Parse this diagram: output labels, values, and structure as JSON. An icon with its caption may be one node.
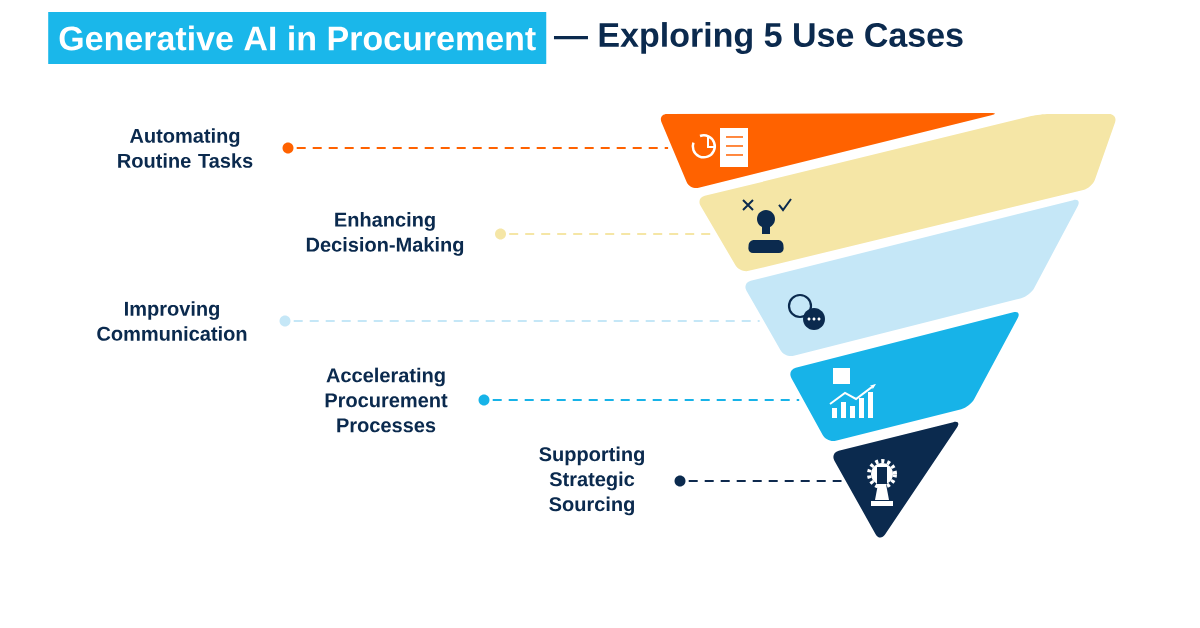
{
  "diagram": {
    "title": "Generative AI in Procurement",
    "nodes": [
      {
        "text": [],
        "shape": "circle",
        "beside": [
          "Automating Routine Tasks"
        ]
      },
      {
        "text": [],
        "shape": "circle",
        "beside": [
          "Enhancing Decision-Making"
        ]
      },
      {
        "text": [],
        "shape": "circle",
        "beside": [
          "Improving Communication"
        ]
      },
      {
        "text": [],
        "shape": "circle",
        "beside": [
          "Accelerating Procurement Processes"
        ]
      },
      {
        "text": [],
        "shape": "circle",
        "beside": [
          "Supporting Strategic Sourcing"
        ]
      },
      {
        "text": [],
        "shape": "band"
      },
      {
        "text": [],
        "shape": "band"
      },
      {
        "text": [],
        "shape": "band"
      },
      {
        "text": [],
        "shape": "band"
      },
      {
        "text": [],
        "shape": "band"
      }
    ],
    "edges": [
      {
        "from": 0,
        "to": 5,
        "arrow": "none",
        "style": "dashed",
        "color": "#ff6200"
      },
      {
        "from": 1,
        "to": 6,
        "arrow": "none",
        "style": "dashed",
        "color": "#f5e6a6"
      },
      {
        "from": 2,
        "to": 7,
        "arrow": "none",
        "style": "dashed",
        "color": "#c5e7f7"
      },
      {
        "from": 3,
        "to": 8,
        "arrow": "none",
        "style": "dashed",
        "color": "#17b3e8"
      },
      {
        "from": 4,
        "to": 9,
        "arrow": "none",
        "style": "dashed",
        "color": "#0e2a4e"
      }
    ],
    "labels": [
      "— Exploring 5 Use Cases"
    ]
  }
}
